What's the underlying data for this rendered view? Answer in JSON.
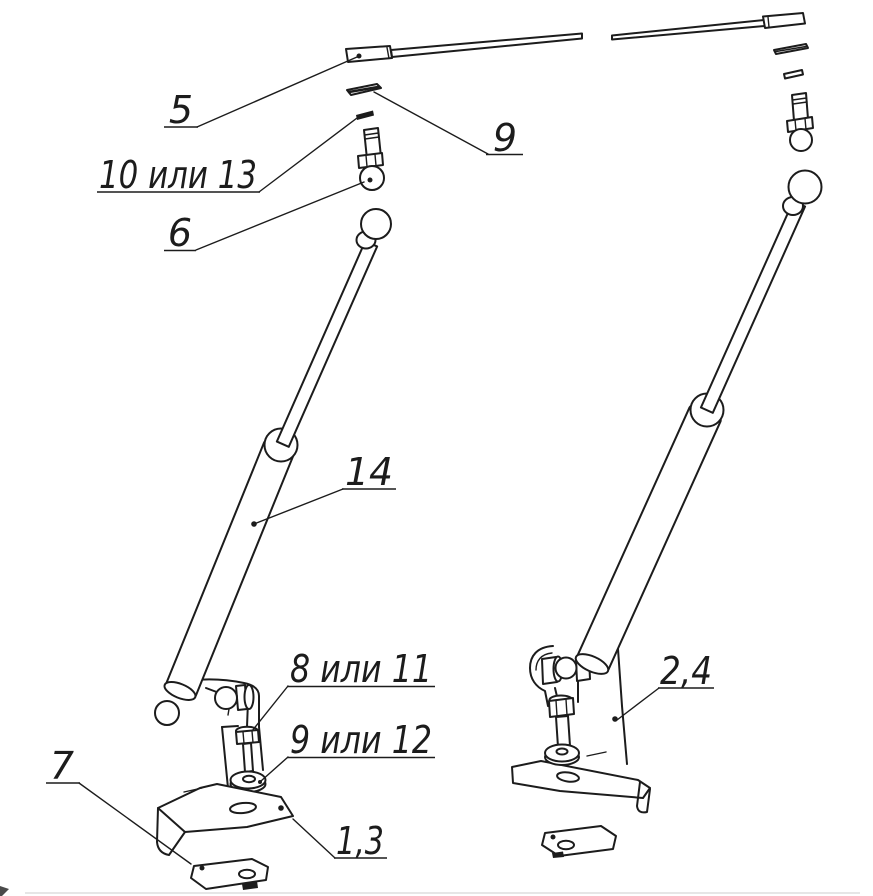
{
  "diagram": {
    "type": "exploded-parts-drawing",
    "subject": "gas strut assemblies with mounting brackets",
    "language": "ru"
  },
  "colors": {
    "ink": "#1c1c1c",
    "background": "#ffffff"
  },
  "labels": {
    "part5": "5",
    "part9_top": "9",
    "part10or13": "10 или 13",
    "part6": "6",
    "part14": "14",
    "part8or11": "8 или 11",
    "part9or12": "9 или 12",
    "part7": "7",
    "part1_3": "1,3",
    "part2_4": "2,4"
  }
}
